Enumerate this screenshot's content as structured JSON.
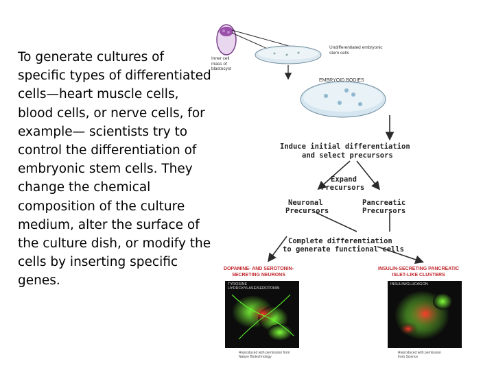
{
  "body_text": "To generate cultures of specific types of differentiated cells—heart muscle cells, blood cells, or nerve cells, for example— scientists try to control the differentiation of embryonic stem cells. They change the chemical composition of the culture medium, alter the surface of the culture dish, or modify the cells by inserting specific genes.",
  "diagram": {
    "inner_cell_mass": "Inner cell mass of blastocyst",
    "undifferentiated": "Undifferentiated embryonic stem cells",
    "embryoid_bodies": "EMBRYOID BODIES",
    "induce": "Induce initial differentiation",
    "select": "and select precursors",
    "expand_1": "Expand",
    "expand_2": "Precursors",
    "neuronal_1": "Neuronal",
    "neuronal_2": "Precursors",
    "pancreatic_1": "Pancreatic",
    "pancreatic_2": "Precursors",
    "complete_1": "Complete differentiation",
    "complete_2": "to generate functional cells",
    "neurons_title": "DOPAMINE- AND SEROTONIN-SECRETING NEURONS",
    "islet_title": "INSULIN-SECRETING PANCREATIC ISLET-LIKE CLUSTERS",
    "neurons_stain": "TYROSINE HYDROXYLASE/SEROTONIN",
    "islet_stain": "INSULIN/GLUCAGON",
    "credit_left": "Reproduced with permission from Nature Biotechnology",
    "credit_right": "Reproduced with permission from Science"
  },
  "colors": {
    "arrow": "#2b2b2b",
    "title_red": "#c0262b",
    "blastocyst": "#9a4fa8",
    "dish": "#cfe3ef"
  }
}
